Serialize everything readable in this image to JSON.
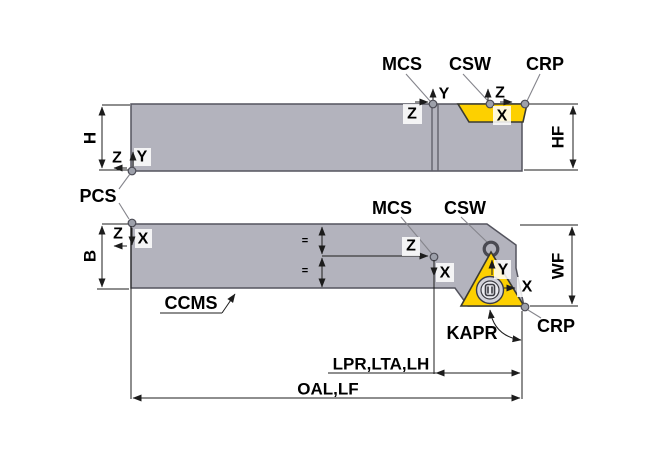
{
  "labels": {
    "pcs": "PCS",
    "mcs": "MCS",
    "csw": "CSW",
    "crp": "CRP",
    "ccms": "CCMS",
    "kapr": "KAPR"
  },
  "dimensions": {
    "shank_height": "H",
    "shank_width": "B",
    "head_height": "HF",
    "head_width": "WF",
    "program_length": "LPR,LTA,LH",
    "overall_length": "OAL,LF",
    "equal_mark": "="
  },
  "axes": {
    "x": "X",
    "y": "Y",
    "z": "Z"
  },
  "colors": {
    "tool_body": "#b3b3bd",
    "tool_outline": "#54545e",
    "insert": "#fdd000",
    "insert_outline": "#3a3a32",
    "line": "#1c1c1c",
    "leader": "#85858c",
    "point_fill": "#9da0aa",
    "point_outline": "#4c4c55",
    "background": "#ffffff"
  }
}
